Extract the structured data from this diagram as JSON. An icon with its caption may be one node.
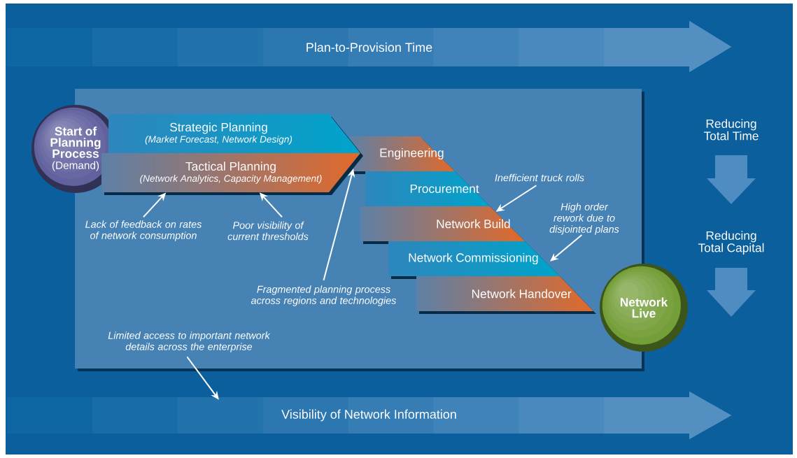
{
  "diagram": {
    "nodes": [
      {
        "text": [
          "Plan-to-Provision Time"
        ]
      },
      {
        "text": [
          "Start of Planning Process",
          "(Demand)"
        ]
      },
      {
        "text": [
          "Strategic Planning",
          "(Market Forecast, Network Design)"
        ]
      },
      {
        "text": [
          "Tactical Planning",
          "(Network Analytics, Capacity Management)"
        ]
      },
      {
        "text": [
          "Engineering"
        ]
      },
      {
        "text": [
          "Procurement"
        ]
      },
      {
        "text": [
          "Network Build"
        ]
      },
      {
        "text": [
          "Network Commissioning"
        ]
      },
      {
        "text": [
          "Network Handover"
        ]
      },
      {
        "text": [
          "Network Live"
        ]
      },
      {
        "text": [
          "Reducing Total Time"
        ]
      },
      {
        "text": [
          "Reducing Total Capital"
        ]
      },
      {
        "text": [
          "Lack of feedback on rates of network consumption"
        ]
      },
      {
        "text": [
          "Poor visibility of current thresholds"
        ]
      },
      {
        "text": [
          "Inefficient truck rolls"
        ]
      },
      {
        "text": [
          "High order rework due to disjointed plans"
        ]
      },
      {
        "text": [
          "Fragmented planning process across regions and technologies"
        ]
      },
      {
        "text": [
          "Limited access to important network details across the enterprise"
        ]
      },
      {
        "text": [
          "Visibility of Network Information"
        ]
      }
    ],
    "edges": [
      {
        "from": 12,
        "to": 3,
        "arrow": "to"
      },
      {
        "from": 13,
        "to": 3,
        "arrow": "to"
      },
      {
        "from": 14,
        "to": 6,
        "arrow": "to"
      },
      {
        "from": 15,
        "to": 7,
        "arrow": "to"
      },
      {
        "from": 16,
        "to": 4,
        "arrow": "to"
      },
      {
        "from": 17,
        "to": 18,
        "arrow": "to"
      }
    ]
  }
}
